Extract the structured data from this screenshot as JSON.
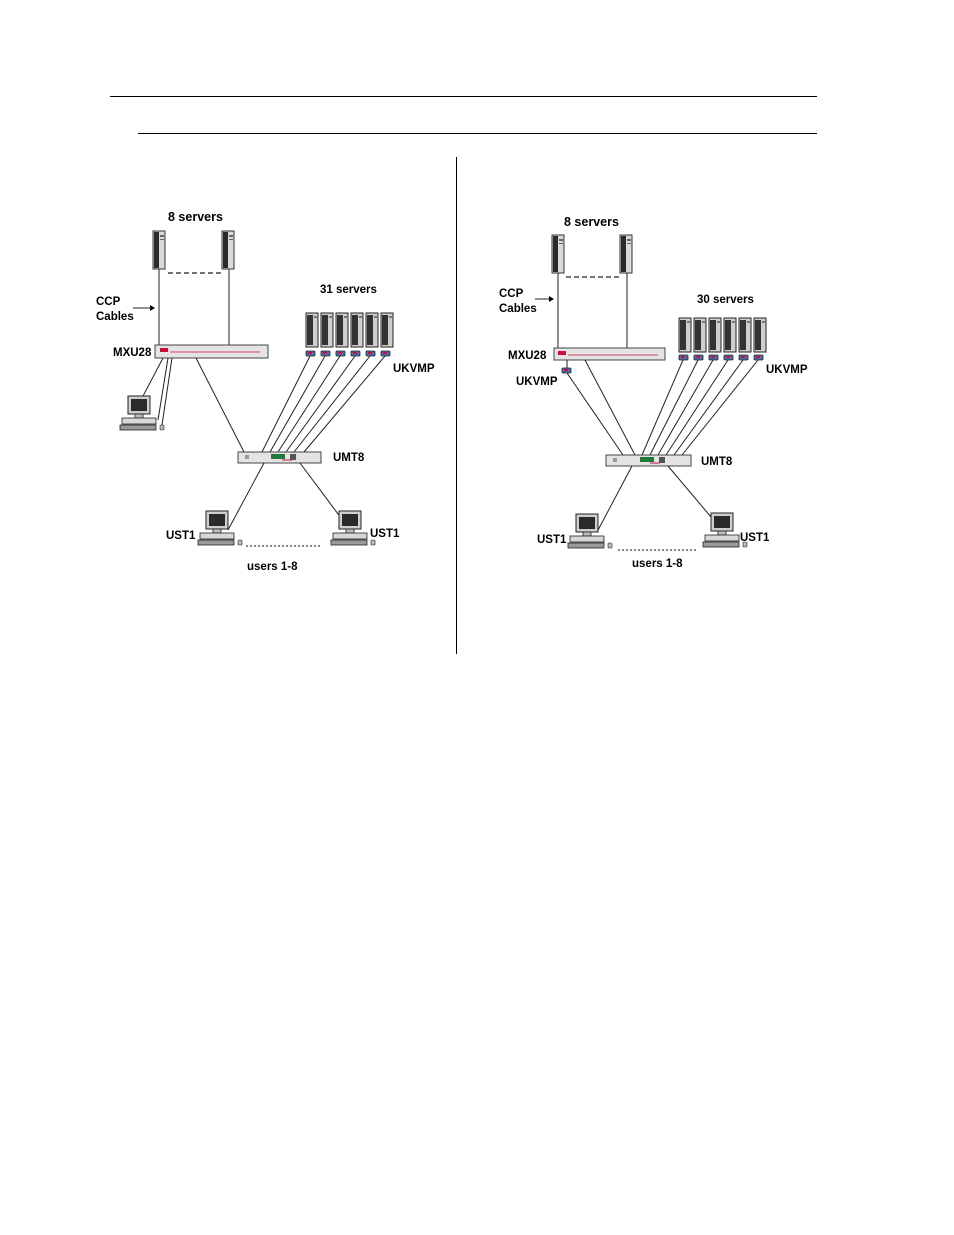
{
  "diagram_left": {
    "top_servers_label": "8 servers",
    "ccp_label_line1": "CCP",
    "ccp_label_line2": "Cables",
    "mxu_label": "MXU28",
    "rack_servers_label": "31 servers",
    "ukvmp_label": "UKVMP",
    "umt_label": "UMT8",
    "ust_left_label": "UST1",
    "ust_right_label": "UST1",
    "users_label": "users 1-8"
  },
  "diagram_right": {
    "top_servers_label": "8 servers",
    "ccp_label_line1": "CCP",
    "ccp_label_line2": "Cables",
    "mxu_label": "MXU28",
    "ukvmp_left_label": "UKVMP",
    "rack_servers_label": "30 servers",
    "ukvmp_label": "UKVMP",
    "umt_label": "UMT8",
    "ust_left_label": "UST1",
    "ust_right_label": "UST1",
    "users_label": "users 1-8"
  },
  "colors": {
    "accent_red": "#c8103a",
    "device_gray": "#e4e4e4",
    "ink": "#000000"
  }
}
